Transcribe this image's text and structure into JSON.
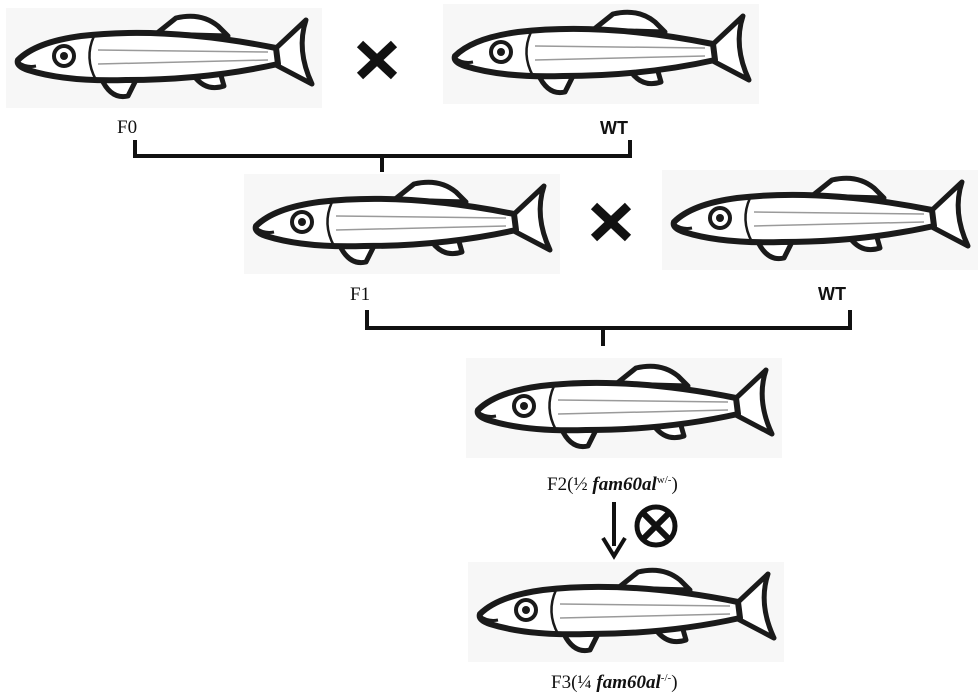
{
  "labels": {
    "f0": "F0",
    "wt_top": "WT",
    "f1": "F1",
    "wt_mid": "WT",
    "f2_prefix": "F2(½ ",
    "f2_gene": "fam60al",
    "f2_genotype": "w/-",
    "f2_suffix": ")",
    "f3_prefix": "F3(¼ ",
    "f3_gene": "fam60al",
    "f3_genotype": "-/-",
    "f3_suffix": ")"
  },
  "symbols": {
    "cross": "cross-icon",
    "self_cross": "circled-cross-icon",
    "arrow": "down-arrow-icon"
  },
  "colors": {
    "outline": "#1a1a1a",
    "fin_fill": "#ffffff",
    "panel_bg": "#f7f7f7",
    "stripe": "#9a9a9a"
  }
}
